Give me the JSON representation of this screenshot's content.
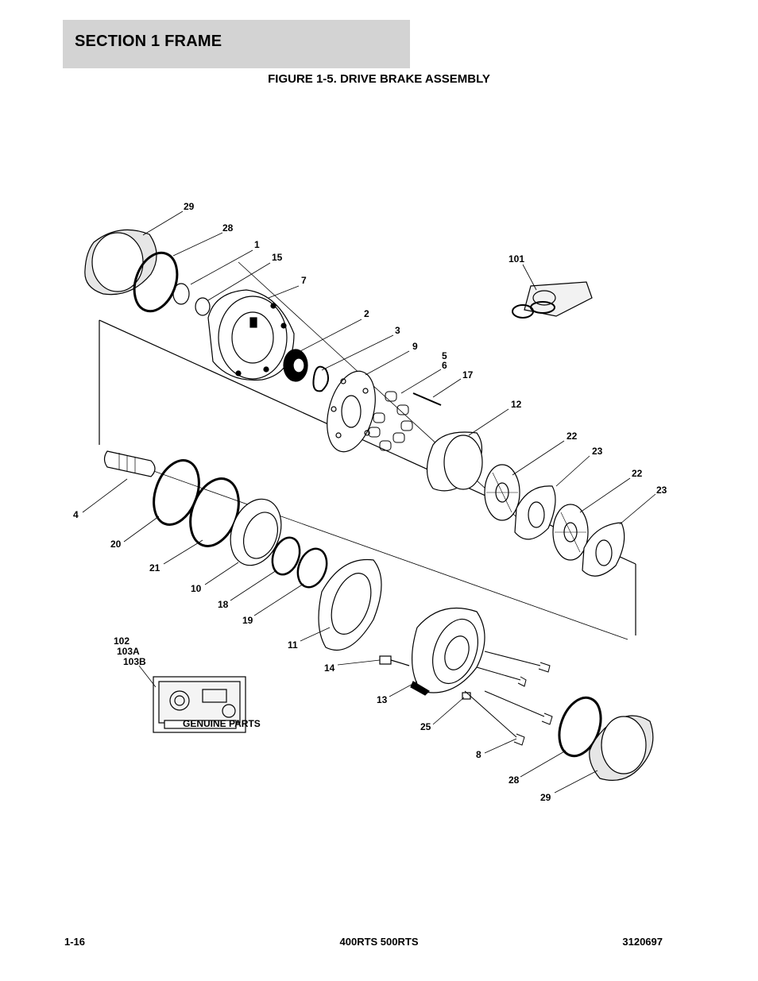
{
  "header": {
    "section_title": "SECTION 1  FRAME"
  },
  "figure": {
    "title": "FIGURE 1-5. DRIVE BRAKE ASSEMBLY"
  },
  "callouts": [
    "29",
    "28",
    "1",
    "15",
    "7",
    "2",
    "3",
    "9",
    "5",
    "6",
    "17",
    "12",
    "22",
    "23",
    "22",
    "23",
    "4",
    "20",
    "21",
    "10",
    "18",
    "19",
    "11",
    "102",
    "103A",
    "103B",
    "14",
    "13",
    "25",
    "8",
    "28",
    "29",
    "101"
  ],
  "kit_box_label": "GENUINE PARTS",
  "footer": {
    "page": "1-16",
    "model": "400RTS 500RTS",
    "doc_number": "3120697"
  }
}
